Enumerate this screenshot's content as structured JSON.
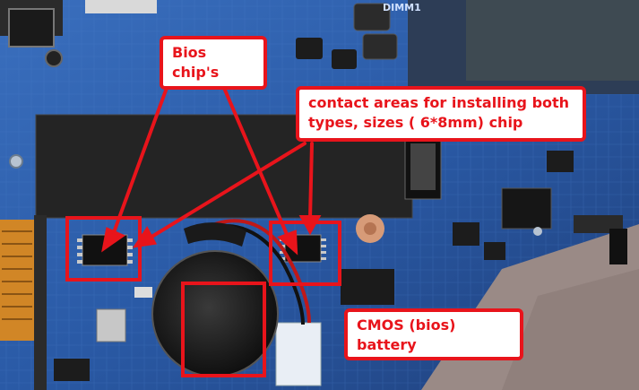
{
  "board": {
    "silkscreen_label": "DIMM1"
  },
  "callouts": {
    "bios": {
      "line1": "Bios",
      "line2": "chip's"
    },
    "contact": {
      "line1": "contact areas for installing both",
      "line2": "types, sizes ( 6*8mm)  chip"
    },
    "cmos": {
      "line1": "CMOS (bios)",
      "line2": "battery"
    }
  },
  "colors": {
    "annotation_red": "#e8141b",
    "pcb_blue": "#2f5a9e",
    "callout_bg": "#ffffff"
  }
}
